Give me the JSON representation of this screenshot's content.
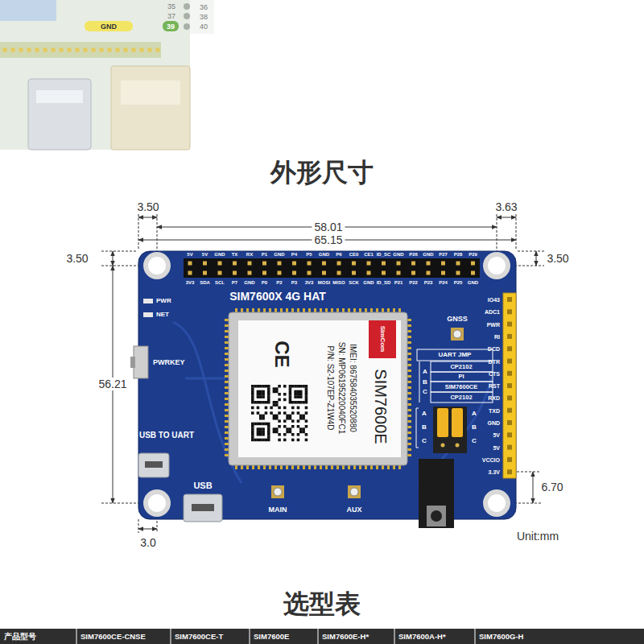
{
  "diagram": {
    "title": "外形尺寸",
    "labels": [
      "35",
      "36",
      "37",
      "38",
      "GND",
      "39",
      "40",
      "3.50",
      "58.01",
      "3.63",
      "65.15",
      "3.50",
      "3.50",
      "56.21",
      "3.0",
      "6.70",
      "Unit:mm",
      "5V",
      "5V",
      "GND",
      "TX",
      "RX",
      "P1",
      "GND",
      "P4",
      "P5",
      "GND",
      "P6",
      "CE0",
      "CE1",
      "ID_SC",
      "GND",
      "P26",
      "GND",
      "P27",
      "P28",
      "P29",
      "3V3",
      "SDA",
      "SCL",
      "P7",
      "GND",
      "P0",
      "P2",
      "P3",
      "3V3",
      "MOSI",
      "MISO",
      "SCK",
      "GND",
      "ID_SD",
      "P21",
      "P22",
      "P23",
      "P24",
      "P25",
      "GND",
      "IO43",
      "ADC1",
      "PWR",
      "RI",
      "DCD",
      "DTR",
      "CTS",
      "RST",
      "RXD",
      "TXD",
      "GND",
      "5V",
      "5V",
      "VCCIO",
      "3.3V",
      "SIM7600X 4G HAT",
      "PWR",
      "NET",
      "PWRKEY",
      "USB TO UART",
      "USB",
      "MAIN",
      "AUX",
      "GNSS",
      "UART JMP",
      "CP2102",
      "PI",
      "SIM7600CE",
      "CP2102",
      "A",
      "B",
      "C",
      "A",
      "B",
      "C",
      "A",
      "B",
      "C",
      "P/N: S2-107EP-Z1W4D",
      "SN: MP06195220040FC1",
      "IMEI: 867584035520880",
      "SIM7600E",
      "SimCom",
      "CE",
      "选型表",
      "产品型号",
      "SIM7600CE-CNSE",
      "SIM7600CE-T",
      "SIM7600E",
      "SIM7600E-H*",
      "SIM7600A-H*",
      "SIM7600G-H"
    ]
  }
}
